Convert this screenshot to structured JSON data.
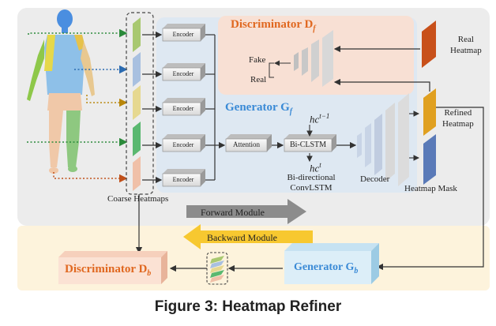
{
  "figure": {
    "caption": "Figure 3: Heatmap Refiner"
  },
  "labels": {
    "discriminator_f": "Discriminator D",
    "discriminator_f_sub": "f",
    "real_heatmap_1": "Real",
    "real_heatmap_2": "Heatmap",
    "fake": "Fake",
    "real": "Real",
    "generator_f": "Generator G",
    "generator_f_sub": "f",
    "hc_prev": "hc",
    "hc_prev_sup": "t−1",
    "hc_cur": "hc",
    "hc_cur_sup": "t",
    "encoder": "Encoder",
    "attention": "Attention",
    "bi_clstm": "Bi-CLSTM",
    "bi_directional_1": "Bi-directional",
    "bi_directional_2": "ConvLSTM",
    "decoder": "Decoder",
    "refined_1": "Refined",
    "refined_2": "Heatmap",
    "heatmap_mask": "Heatmap Mask",
    "coarse_heatmaps": "Coarse Heatmaps",
    "forward_module": "Forward Module",
    "backward_module": "Backward Module",
    "discriminator_b": "Discriminator D",
    "discriminator_b_sub": "b",
    "generator_b": "Generator G",
    "generator_b_sub": "b"
  },
  "colors": {
    "forward_bg": "#eeeeee",
    "backward_bg": "#fdf3dc",
    "discriminator_bg": "#f8e0d4",
    "generator_bg": "#dde8f3",
    "discriminator_text": "#e06820",
    "generator_text": "#3a8ad6",
    "real_heatmap": "#c8501a",
    "refined_heatmap": "#e0a020",
    "mask": "#5a7ab8",
    "forward_arrow": "#8c8c8c",
    "backward_arrow": "#f7c830"
  },
  "encoders": [
    "Encoder",
    "Encoder",
    "Encoder",
    "Encoder",
    "Encoder"
  ]
}
